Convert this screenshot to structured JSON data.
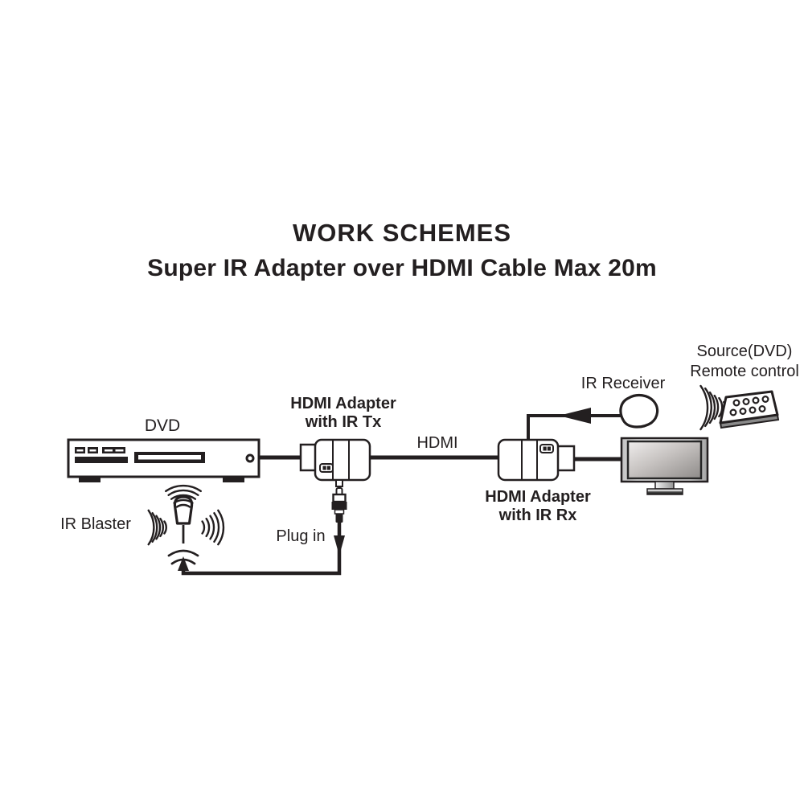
{
  "title": "WORK SCHEMES",
  "subtitle": "Super IR Adapter over HDMI Cable Max 20m",
  "colors": {
    "ink": "#231f20",
    "background": "#ffffff",
    "screen_gray": "#8e8b89"
  },
  "labels": {
    "dvd": "DVD",
    "tx_adapter_line1": "HDMI Adapter",
    "tx_adapter_line2": "with IR Tx",
    "hdmi_cable": "HDMI",
    "rx_adapter_line1": "HDMI Adapter",
    "rx_adapter_line2": "with IR Rx",
    "ir_receiver": "IR Receiver",
    "remote_line1": "Source(DVD)",
    "remote_line2": "Remote control",
    "ir_blaster": "IR Blaster",
    "plug_in": "Plug in"
  }
}
